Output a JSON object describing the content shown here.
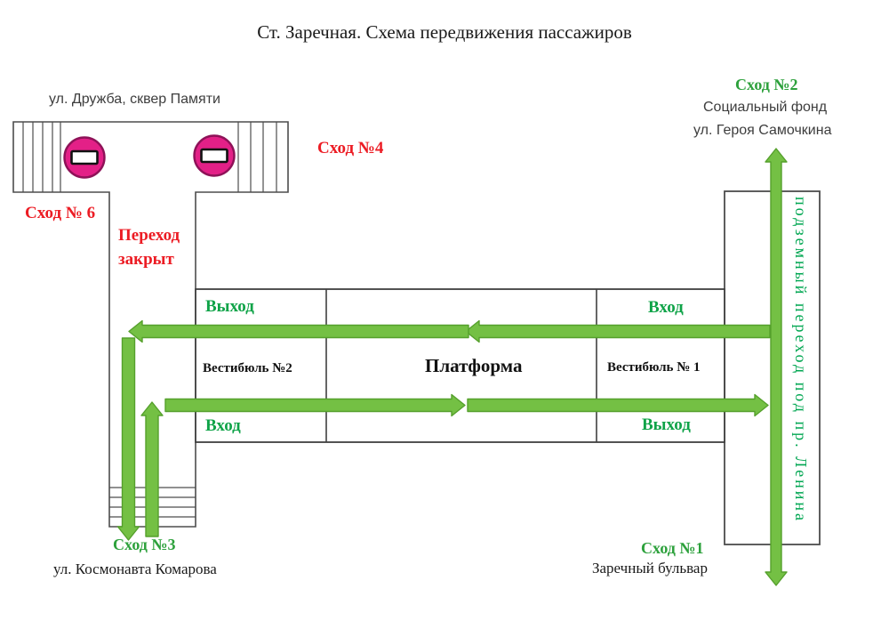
{
  "title": "Ст. Заречная. Схема передвижения пассажиров",
  "top_left": {
    "street": "ул. Дружба, сквер Памяти",
    "exit6": "Сход № 6",
    "closed_line1": "Переход",
    "closed_line2": "закрыт",
    "exit4": "Сход №4"
  },
  "top_right": {
    "exit2": "Сход №2",
    "building": "Социальный фонд",
    "street": "ул. Героя Самочкина"
  },
  "station": {
    "exit_nw": "Выход",
    "entry_sw": "Вход",
    "vestibule2": "Вестибюль №2",
    "platform": "Платформа",
    "vestibule1": "Вестибюль № 1",
    "entry_ne": "Вход",
    "exit_se": "Выход"
  },
  "bottom_left": {
    "exit3": "Сход №3",
    "street": "ул. Космонавта Комарова"
  },
  "bottom_right": {
    "exit1": "Сход №1",
    "street": "Заречный бульвар"
  },
  "underpass_label": "подземный переход под пр. Ленина",
  "icons": {
    "no_entry": "no-entry-icon"
  },
  "colors": {
    "arrow_green_fill": "#74C044",
    "arrow_green_border": "#55A02C",
    "text_green": "#0FA348",
    "text_green_bright": "#00A651",
    "text_red": "#EC1C24",
    "no_entry_pink": "#E32087",
    "no_entry_rim": "#8E1258",
    "outline_gray": "#4D4D4D"
  }
}
